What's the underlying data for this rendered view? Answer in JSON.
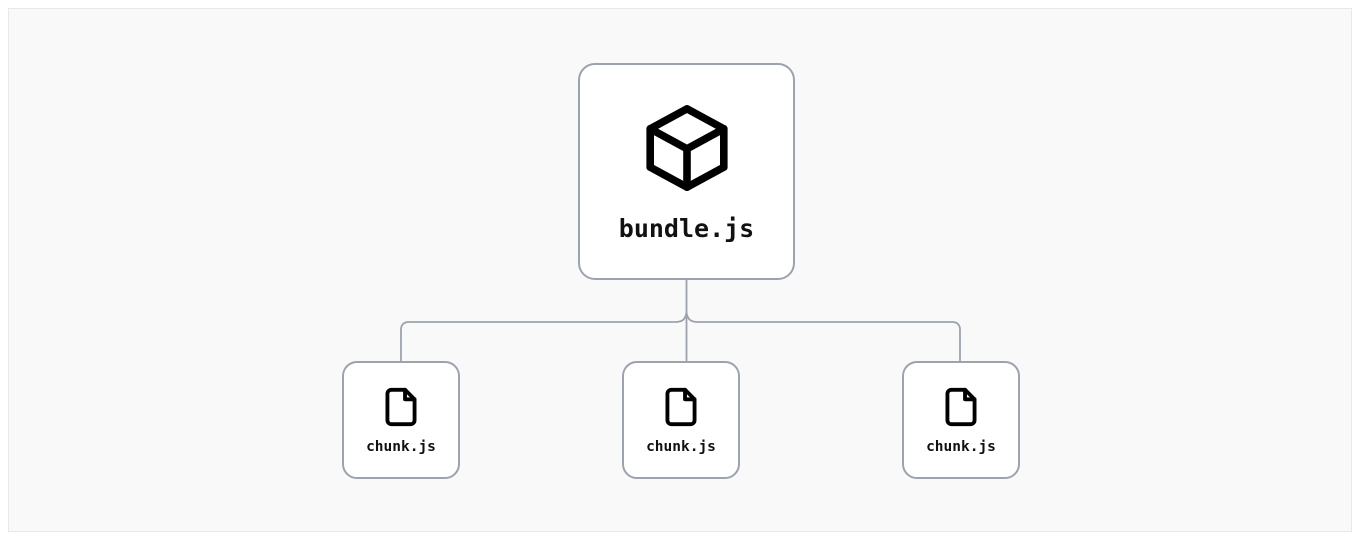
{
  "canvas": {
    "background_color": "#f9f9f9",
    "border_color": "#e8e8e8",
    "page_background": "#ffffff"
  },
  "graph": {
    "type": "tree",
    "orientation": "top-down",
    "edge_color": "#9ca3af",
    "edge_width": 1.8,
    "node_fill": "#ffffff",
    "node_border_color": "#9ca3af",
    "node_border_width": 2,
    "root": {
      "id": "bundle",
      "label": "bundle.js",
      "icon": "cube-icon",
      "icon_name": "box-3d-icon"
    },
    "children": [
      {
        "id": "chunk-0",
        "label": "chunk.js",
        "icon": "file-icon",
        "icon_name": "file-document-icon"
      },
      {
        "id": "chunk-1",
        "label": "chunk.js",
        "icon": "file-icon",
        "icon_name": "file-document-icon"
      },
      {
        "id": "chunk-2",
        "label": "chunk.js",
        "icon": "file-icon",
        "icon_name": "file-document-icon"
      }
    ]
  }
}
